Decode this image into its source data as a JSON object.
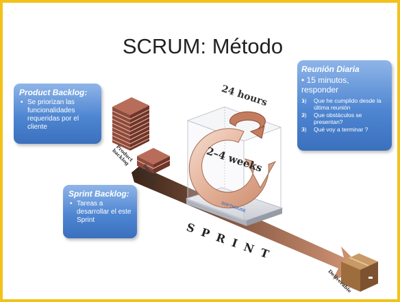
{
  "slide": {
    "title": "SCRUM: Método"
  },
  "product_backlog": {
    "heading": "Product Backlog:",
    "items": [
      "Se priorizan las funcionalidades requeridas por el cliente"
    ],
    "stack_label": "Product backlog"
  },
  "sprint_backlog": {
    "heading": "Sprint Backlog:",
    "items": [
      "Tareas a desarrollar el este Sprint"
    ],
    "stack_label": "Sprint backlog"
  },
  "daily_meeting": {
    "heading": "Reunión Diaria",
    "subtitle": "• 15 minutos, responder",
    "questions": [
      {
        "num": "1)",
        "text": "Que he cumplido desde la última reunión"
      },
      {
        "num": "2)",
        "text": "Que obstáculos se presentan?"
      },
      {
        "num": "3)",
        "text": "Qué voy a terminar ?"
      }
    ]
  },
  "cycle": {
    "daily_label": "24 hours",
    "sprint_length_label": "2–4 weeks",
    "platform_text": "SPRINT",
    "platform_logo": "SOFTHOUSE"
  },
  "deliverable": {
    "label": "Deliverable"
  }
}
